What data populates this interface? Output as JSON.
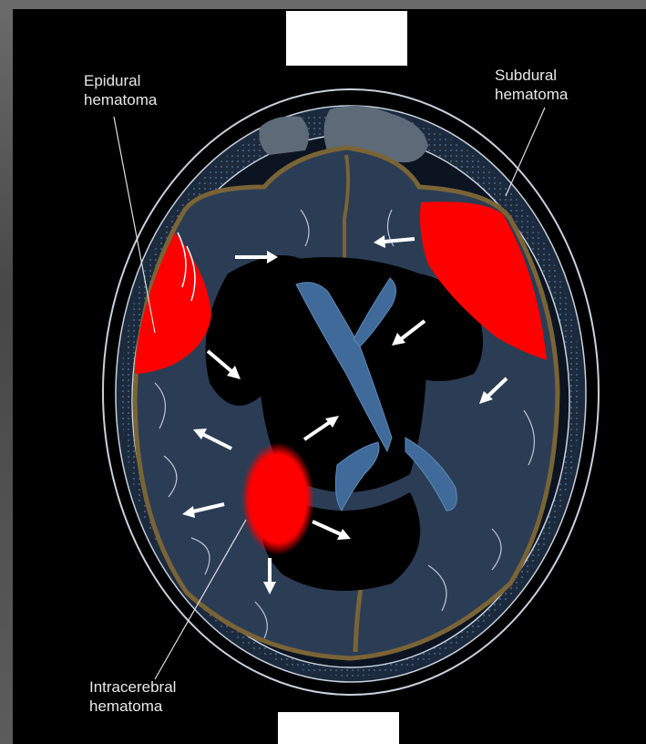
{
  "labels": {
    "epidural": "Epidural\nhematoma",
    "subdural": "Subdural\nhematoma",
    "intracerebral": "Intracerebral\nhematoma"
  },
  "colors": {
    "hematoma": "#ff0000",
    "brain": "#2b3d55",
    "ventricle": "#3f6a99",
    "dura": "#7a6436",
    "background": "#000000"
  }
}
